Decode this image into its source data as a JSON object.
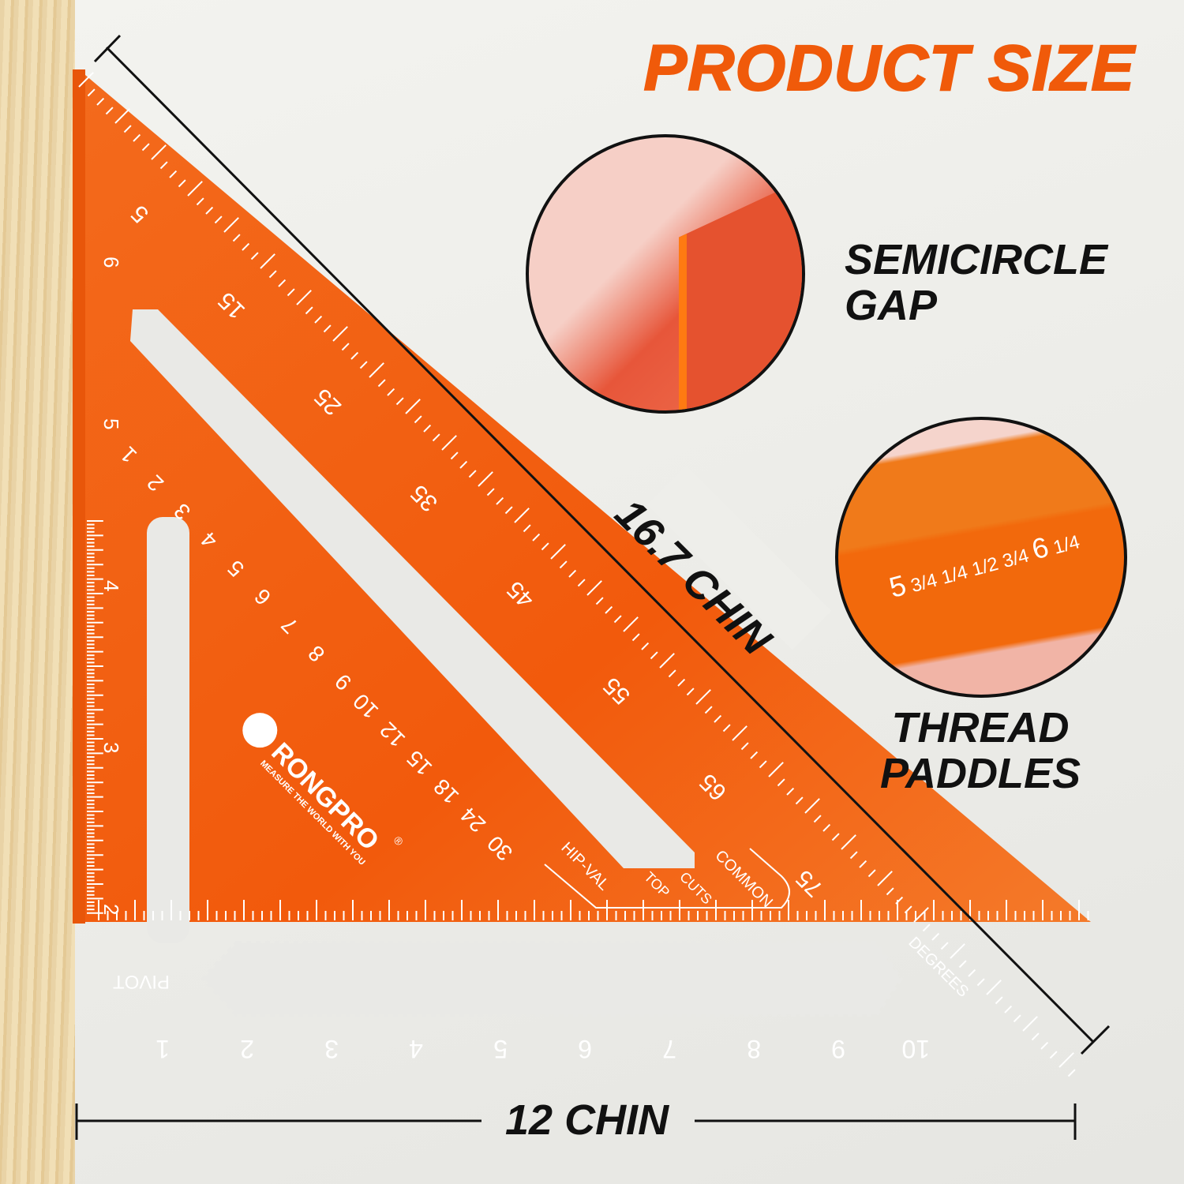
{
  "title": "PRODUCT SIZE",
  "callouts": {
    "semicircle_gap": [
      "SEMICIRCLE",
      "GAP"
    ],
    "thread_paddles": [
      "THREAD",
      "PADDLES"
    ]
  },
  "dimensions": {
    "hypotenuse": "16.7 CHIN",
    "base": "12 CHIN"
  },
  "brand": {
    "name": "RONGPRO",
    "tagline": "MEASURE THE WORLD WITH YOU",
    "registered": "®"
  },
  "ruler_labels": {
    "pivot": "PIVOT",
    "degrees": "DEGREES",
    "common": "COMMON",
    "cuts": "CUTS",
    "top": "TOP",
    "hip_val": "HIP-VAL"
  },
  "bottom_scale": [
    "1",
    "2",
    "3",
    "4",
    "5",
    "6",
    "7",
    "8",
    "9",
    "10"
  ],
  "left_scale": [
    "2",
    "3",
    "4",
    "5",
    "6"
  ],
  "degree_scale": [
    "5",
    "15",
    "25",
    "35",
    "45",
    "55",
    "65",
    "75"
  ],
  "rafter_scale": [
    "1",
    "2",
    "3",
    "4",
    "5",
    "6",
    "7",
    "8",
    "9",
    "10",
    "12",
    "15",
    "18",
    "24",
    "30"
  ],
  "circle_scale": [
    "5",
    "3/4",
    "1/4",
    "1/2",
    "3/4",
    "6",
    "1/4"
  ],
  "colors": {
    "orange": "#f2600f",
    "title": "#f05a0a"
  }
}
